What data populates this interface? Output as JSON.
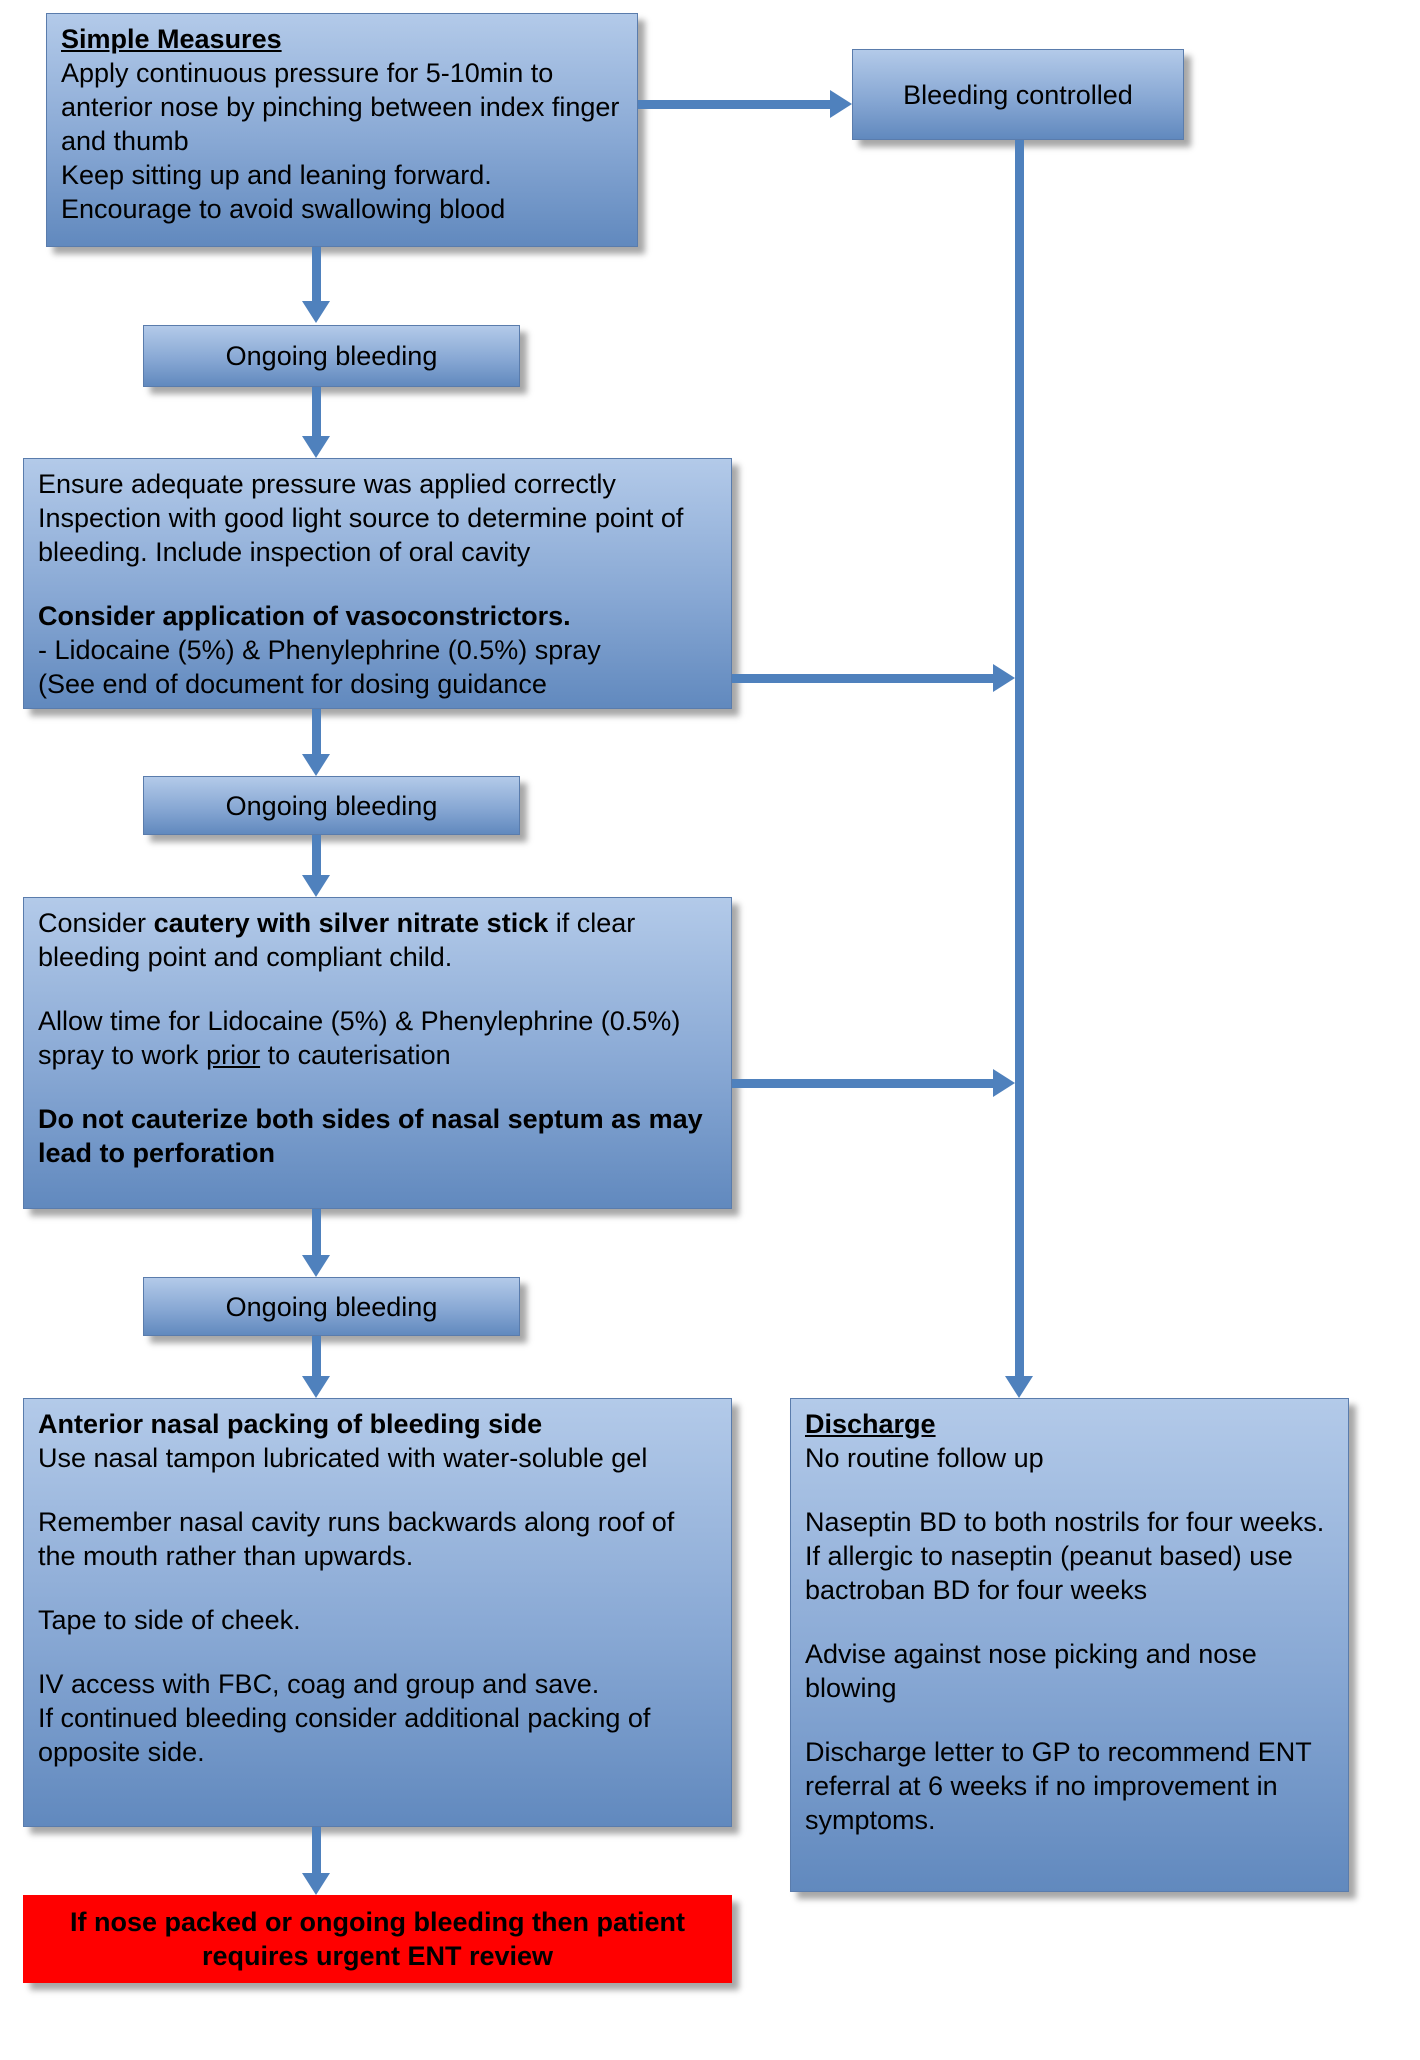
{
  "colors": {
    "box-top": "#b3cae9",
    "box-mid": "#88a8d4",
    "box-bottom": "#6189be",
    "box-border": "#5a7cac",
    "arrow": "#4f81bd",
    "alert-bg": "#ff0000",
    "text": "#000000"
  },
  "simple_measures": {
    "title": "Simple Measures",
    "p1": "Apply continuous pressure for 5-10min to anterior nose by pinching between index finger and thumb",
    "p2": "Keep sitting up and leaning forward.",
    "p3": "Encourage to avoid swallowing blood"
  },
  "bleeding_controlled": {
    "label": "Bleeding controlled"
  },
  "ongoing_1": {
    "label": "Ongoing bleeding"
  },
  "ongoing_2": {
    "label": "Ongoing bleeding"
  },
  "ongoing_3": {
    "label": "Ongoing bleeding"
  },
  "pressure_check": {
    "p1": "Ensure adequate pressure was applied correctly",
    "p2": "Inspection with good light source to determine point of bleeding.  Include inspection of oral cavity",
    "p3": "Consider application of vasoconstrictors.",
    "p4": "- Lidocaine (5%) & Phenylephrine (0.5%) spray",
    "p5": "(See end of document for dosing guidance"
  },
  "cautery": {
    "p1": [
      {
        "t": "Consider "
      },
      {
        "t": "cautery with silver nitrate stick",
        "b": true
      },
      {
        "t": " if clear bleeding point and compliant child."
      }
    ],
    "p2": [
      {
        "t": "Allow time for Lidocaine (5%) & Phenylephrine (0.5%) spray to work "
      },
      {
        "t": "prior",
        "u": true
      },
      {
        "t": " to cauterisation"
      }
    ],
    "p3": "Do not cauterize both sides of nasal septum as may lead to perforation"
  },
  "packing": {
    "p1": "Anterior nasal packing of bleeding side",
    "p2": "Use nasal tampon lubricated with water-soluble gel",
    "p3": "Remember nasal cavity runs backwards along roof of the mouth rather than upwards.",
    "p4": "Tape to side of cheek.",
    "p5": "IV access with FBC, coag and group and save.",
    "p6": "If continued bleeding consider additional packing of opposite side."
  },
  "ent_alert": {
    "label": "If nose packed or ongoing bleeding then patient requires urgent ENT review"
  },
  "discharge": {
    "title": "Discharge",
    "p1": "No routine follow up",
    "p2": "Naseptin BD to both nostrils for four weeks.",
    "p3": "If allergic to naseptin (peanut based) use bactroban BD for four weeks",
    "p4": "Advise against nose picking and nose blowing",
    "p5": "Discharge letter to GP to recommend ENT referral at 6 weeks if no improvement in symptoms."
  }
}
